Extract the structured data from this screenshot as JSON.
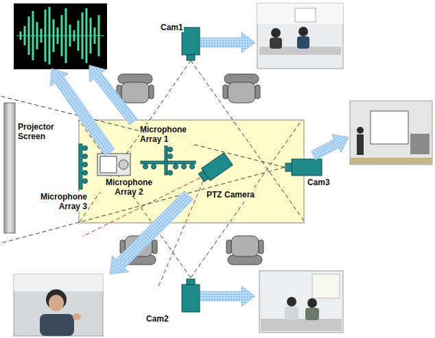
{
  "diagram": {
    "labels": [
      "Cam1",
      "Projector Screen",
      "Microphone Array 1",
      "Microphone Array 2",
      "PTZ Camera",
      "Microphone Array 3",
      "Cam3",
      "Cam2"
    ]
  }
}
